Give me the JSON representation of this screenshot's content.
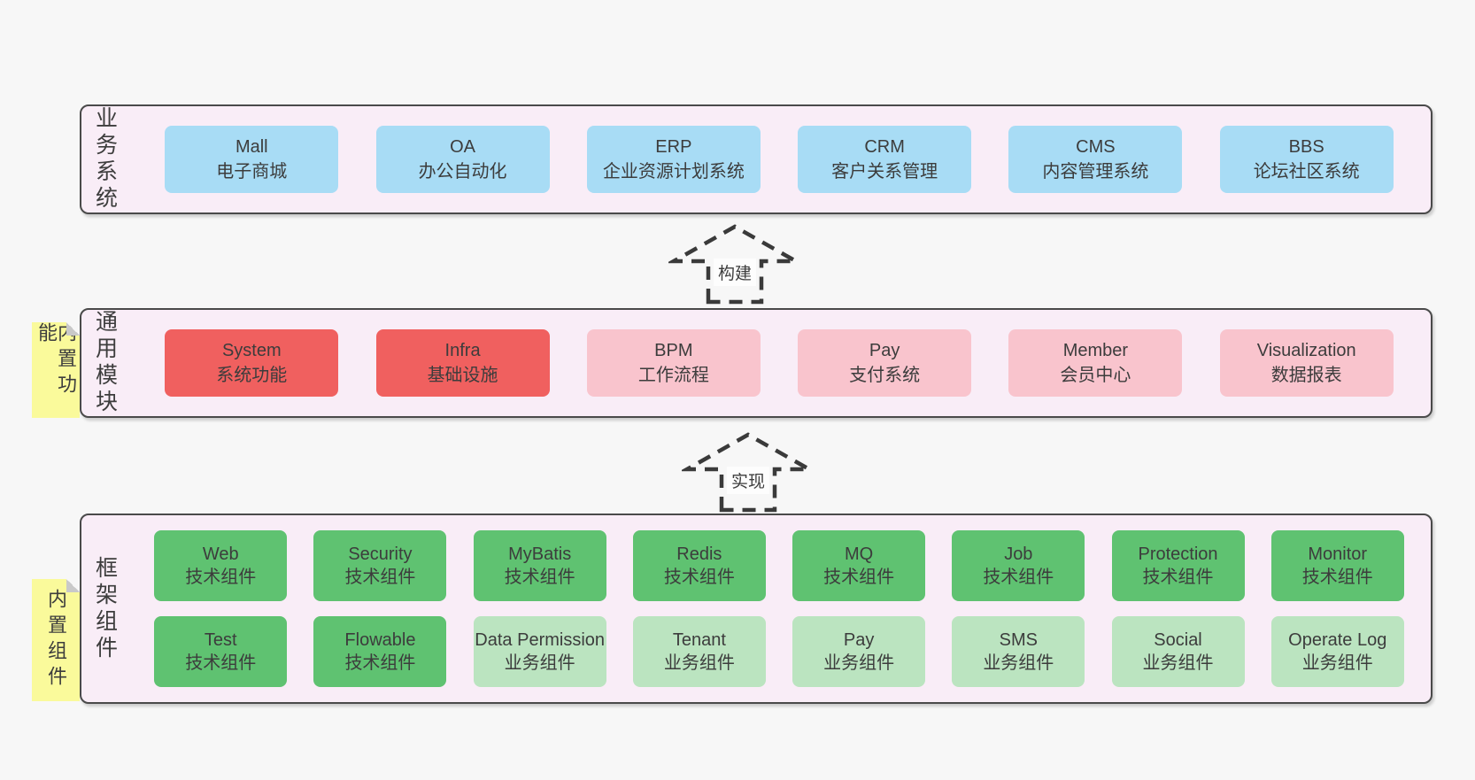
{
  "palette": {
    "page_bg": "#f7f7f7",
    "panel_bg": "#f9edf7",
    "panel_border": "#4a4a4a",
    "business_system_box": "#a8dcf5",
    "core_module_box": "#f0605f",
    "module_box": "#f9c4cd",
    "tech_component_box": "#5fc271",
    "biz_component_box": "#bbe4c0",
    "sticky_note": "#fafa9b",
    "text": "#3d3d3d"
  },
  "arrows": {
    "build_label": "构建",
    "implement_label": "实现"
  },
  "panels": {
    "business": {
      "label": "业务系统",
      "boxes": [
        {
          "name": "Mall",
          "subtitle": "电子商城"
        },
        {
          "name": "OA",
          "subtitle": "办公自动化"
        },
        {
          "name": "ERP",
          "subtitle": "企业资源计划系统"
        },
        {
          "name": "CRM",
          "subtitle": "客户关系管理"
        },
        {
          "name": "CMS",
          "subtitle": "内容管理系统"
        },
        {
          "name": "BBS",
          "subtitle": "论坛社区系统"
        }
      ]
    },
    "modules": {
      "label": "通用模块",
      "sticky": "内置功能",
      "boxes": [
        {
          "name": "System",
          "subtitle": "系统功能"
        },
        {
          "name": "Infra",
          "subtitle": "基础设施"
        },
        {
          "name": "BPM",
          "subtitle": "工作流程"
        },
        {
          "name": "Pay",
          "subtitle": "支付系统"
        },
        {
          "name": "Member",
          "subtitle": "会员中心"
        },
        {
          "name": "Visualization",
          "subtitle": "数据报表"
        }
      ]
    },
    "framework": {
      "label": "框架组件",
      "sticky": "内置组件",
      "rows": [
        [
          {
            "name": "Web",
            "subtitle": "技术组件"
          },
          {
            "name": "Security",
            "subtitle": "技术组件"
          },
          {
            "name": "MyBatis",
            "subtitle": "技术组件"
          },
          {
            "name": "Redis",
            "subtitle": "技术组件"
          },
          {
            "name": "MQ",
            "subtitle": "技术组件"
          },
          {
            "name": "Job",
            "subtitle": "技术组件"
          },
          {
            "name": "Protection",
            "subtitle": "技术组件"
          },
          {
            "name": "Monitor",
            "subtitle": "技术组件"
          }
        ],
        [
          {
            "name": "Test",
            "subtitle": "技术组件"
          },
          {
            "name": "Flowable",
            "subtitle": "技术组件"
          },
          {
            "name": "Data Permission",
            "subtitle": "业务组件"
          },
          {
            "name": "Tenant",
            "subtitle": "业务组件"
          },
          {
            "name": "Pay",
            "subtitle": "业务组件"
          },
          {
            "name": "SMS",
            "subtitle": "业务组件"
          },
          {
            "name": "Social",
            "subtitle": "业务组件"
          },
          {
            "name": "Operate Log",
            "subtitle": "业务组件"
          }
        ]
      ]
    }
  }
}
